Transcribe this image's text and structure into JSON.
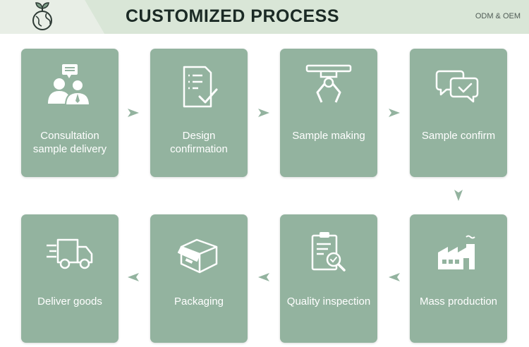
{
  "header": {
    "title": "CUSTOMIZED PROCESS",
    "subtitle": "ODM & OEM",
    "logo_icon": "plant-globe-icon"
  },
  "colors": {
    "card": "#93b39f",
    "header_band": "#d9e6d7",
    "arrow": "#93b39f",
    "title": "#1b2a25"
  },
  "steps": [
    {
      "label": "Consultation sample delivery",
      "icon": "consultation-people-icon"
    },
    {
      "label": "Design confirmation",
      "icon": "checklist-document-icon"
    },
    {
      "label": "Sample making",
      "icon": "robotic-claw-icon"
    },
    {
      "label": "Sample confirm",
      "icon": "chat-check-icon"
    },
    {
      "label": "Mass production",
      "icon": "factory-icon"
    },
    {
      "label": "Quality inspection",
      "icon": "clipboard-magnifier-icon"
    },
    {
      "label": "Packaging",
      "icon": "box-icon"
    },
    {
      "label": "Deliver goods",
      "icon": "delivery-truck-icon"
    }
  ]
}
